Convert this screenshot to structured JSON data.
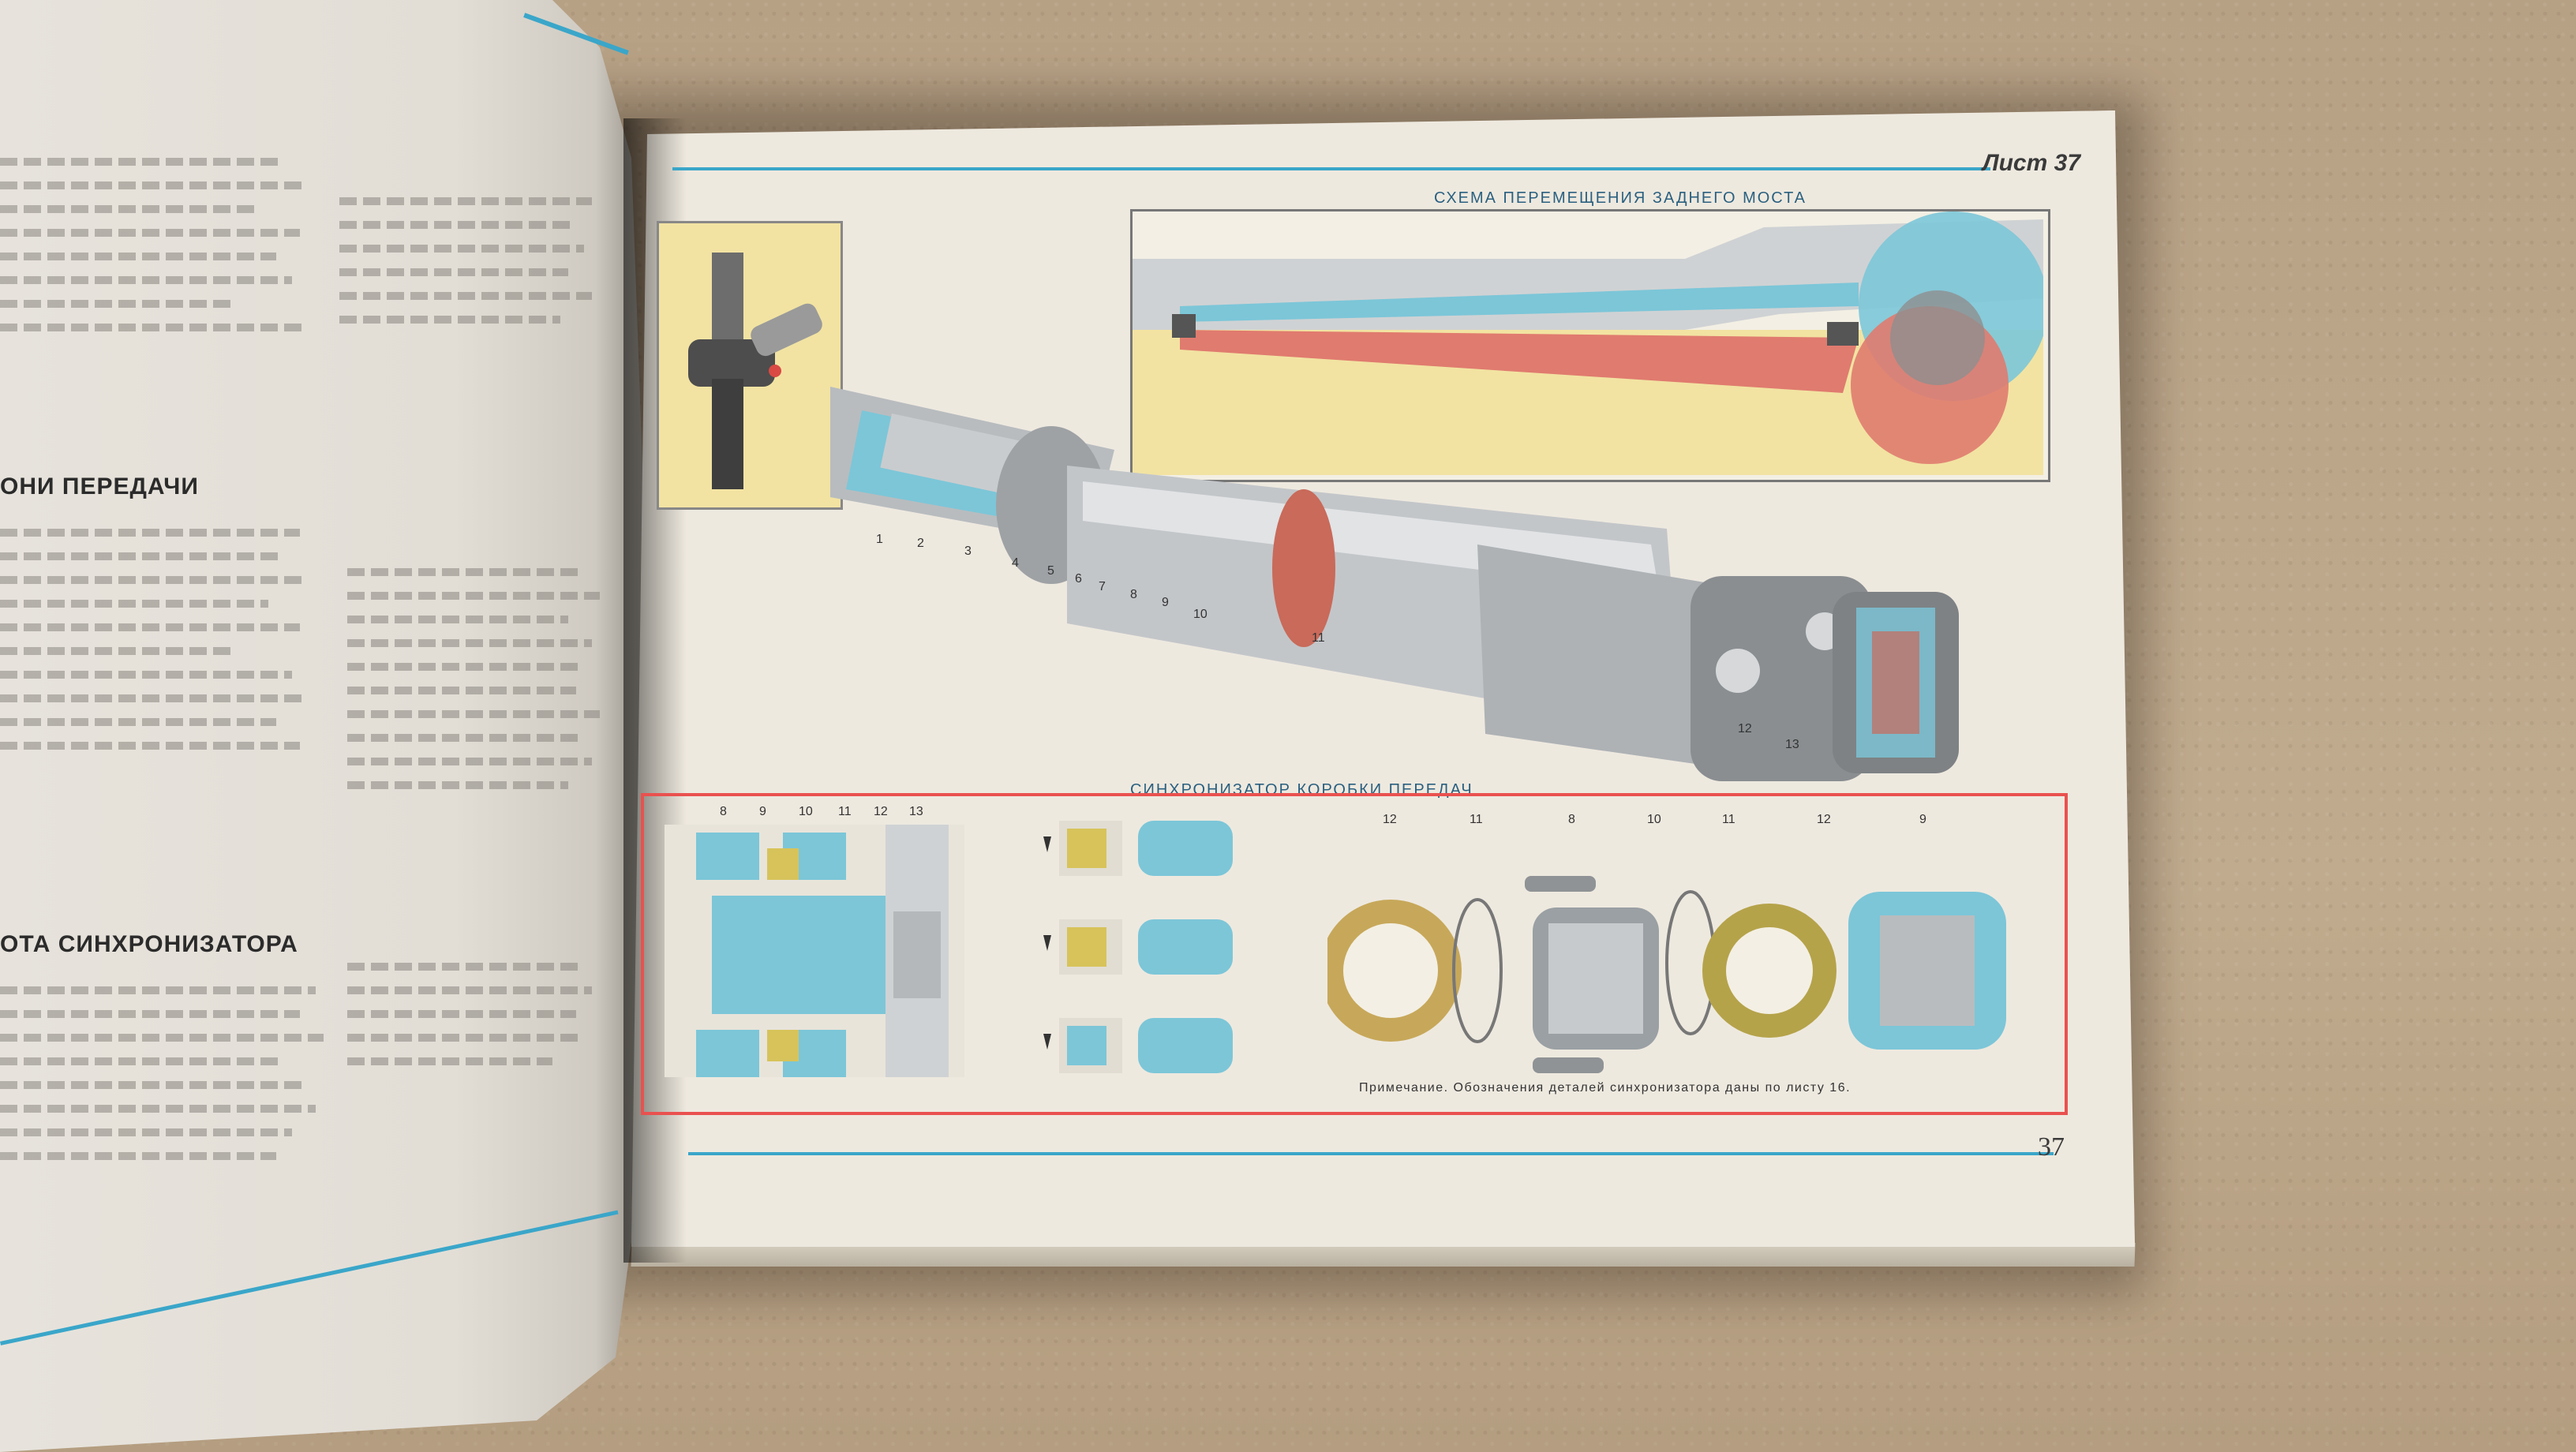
{
  "left_page": {
    "section_heading_1": "ОНИ ПЕРЕДАЧИ",
    "section_heading_2": "ОТА СИНХРОНИЗАТОРА"
  },
  "right_page": {
    "sheet_label": "Лист 37",
    "page_number": "37",
    "sections": {
      "rear_axle_scheme": "СХЕМА ПЕРЕМЕЩЕНИЯ ЗАДНЕГО МОСТА",
      "synchronizer": "СИНХРОНИЗАТОР КОРОБКИ ПЕРЕДАЧ"
    },
    "note": "Примечание. Обозначения деталей синхронизатора даны по листу 16.",
    "callouts": [
      "1",
      "2",
      "3",
      "4",
      "5",
      "6",
      "7",
      "8",
      "9",
      "10",
      "11",
      "12",
      "13"
    ],
    "sync_callouts": [
      "8",
      "9",
      "10",
      "11",
      "12",
      "13"
    ],
    "parts_callouts": [
      "12",
      "11",
      "8",
      "10",
      "11",
      "12",
      "9"
    ]
  },
  "colors": {
    "accent_blue": "#3aa6c9",
    "frame_red": "#e9514f",
    "page_paper": "#eee9df",
    "highlight_yellow": "#f2e3a2",
    "cutaway_cyan": "#7cc6d8",
    "cutaway_red": "#e07b6f"
  }
}
